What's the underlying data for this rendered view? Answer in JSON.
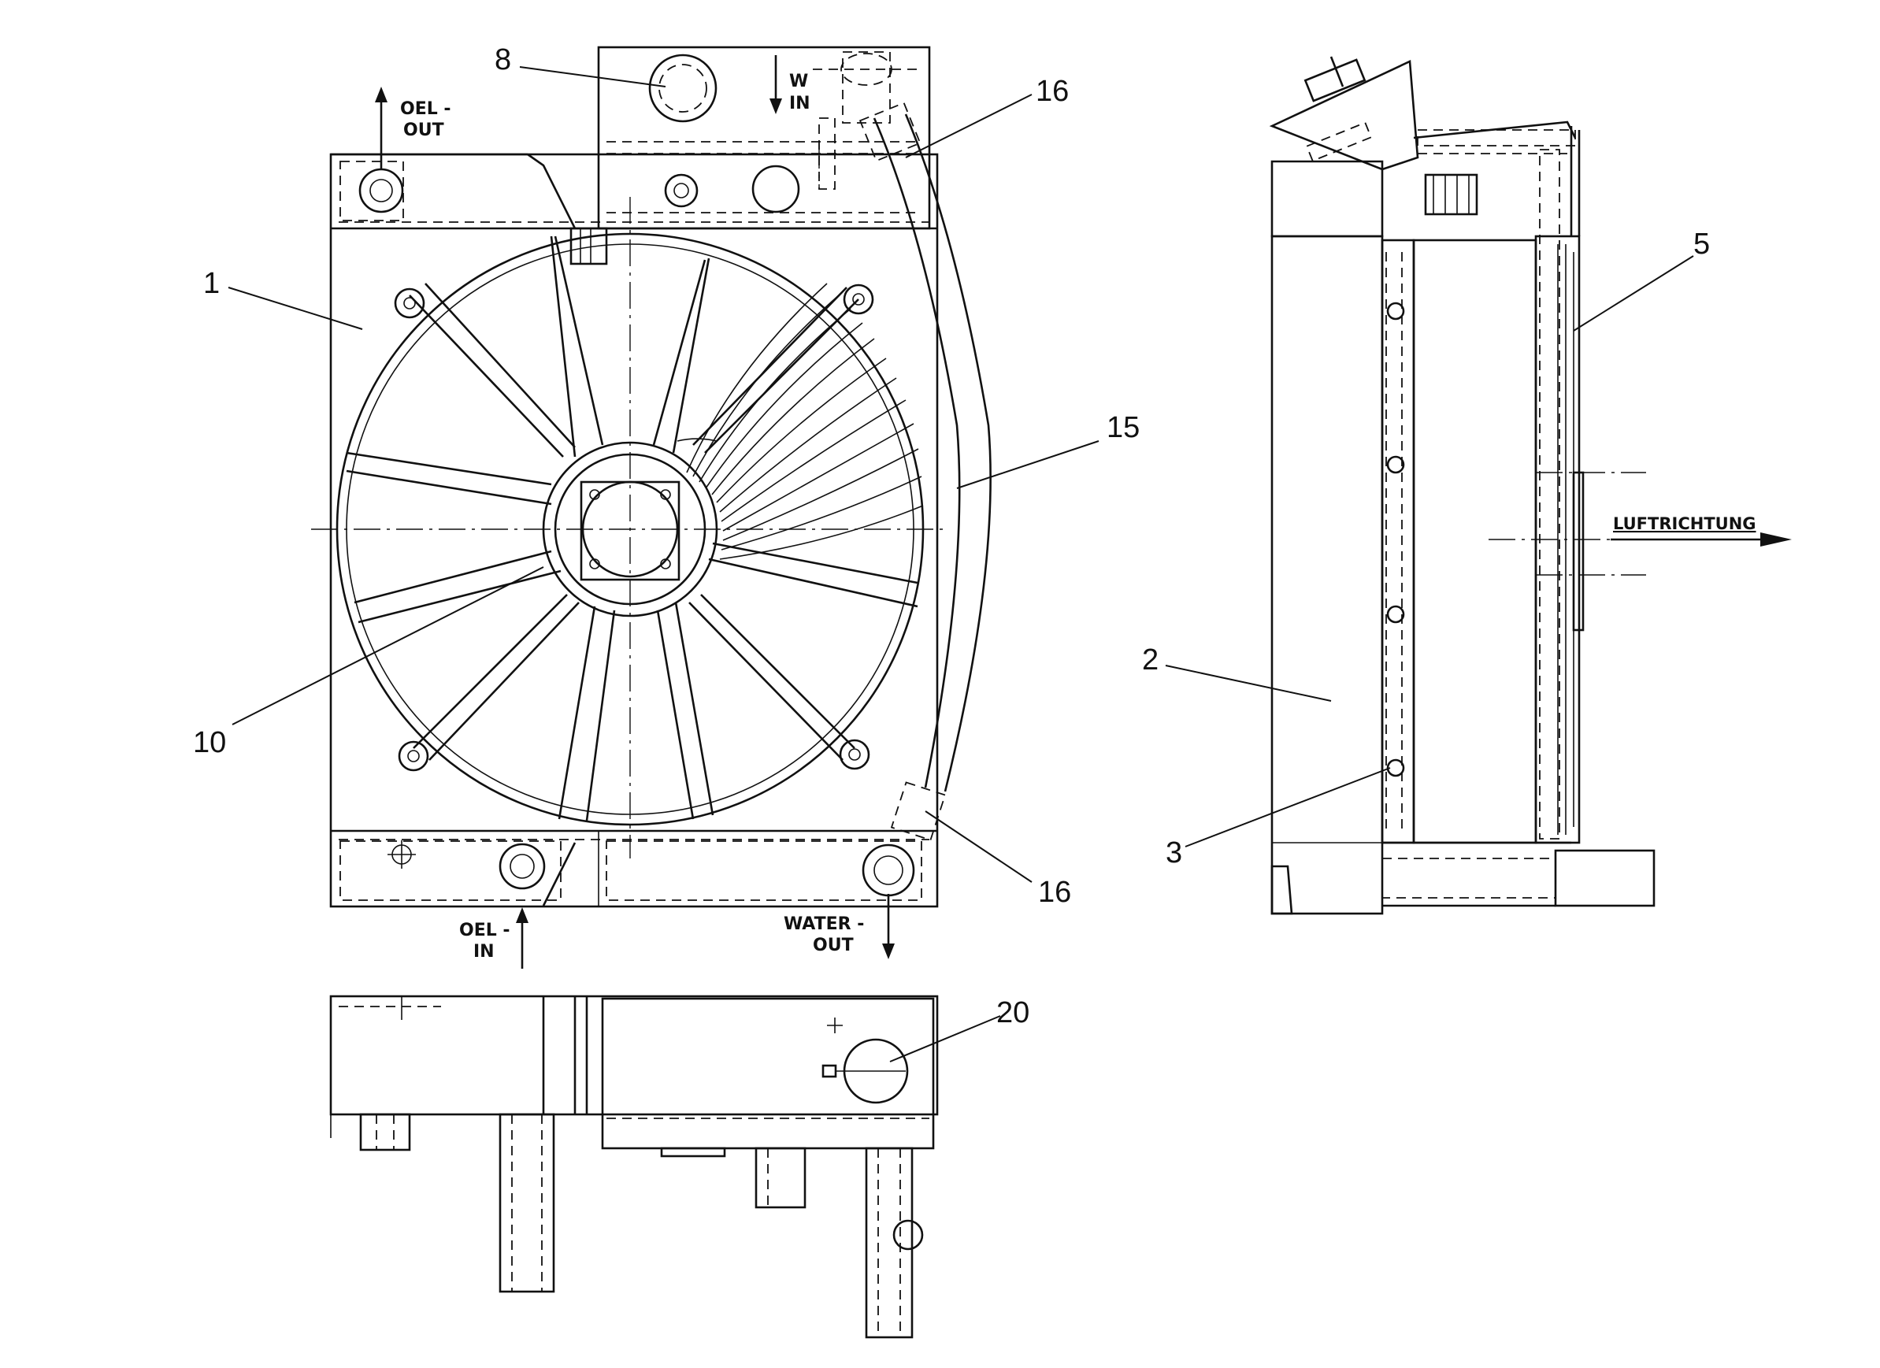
{
  "callouts": {
    "c1": "1",
    "c2": "2",
    "c3": "3",
    "c5": "5",
    "c8": "8",
    "c10": "10",
    "c15": "15",
    "c16a": "16",
    "c16b": "16",
    "c20": "20"
  },
  "labels": {
    "oel_out_1": "OEL -",
    "oel_out_2": "OUT",
    "w_in_1": "W",
    "w_in_2": "IN",
    "oel_in_1": "OEL -",
    "oel_in_2": "IN",
    "water_out_1": "WATER -",
    "water_out_2": "OUT",
    "luftrichtung": "LUFTRICHTUNG"
  }
}
